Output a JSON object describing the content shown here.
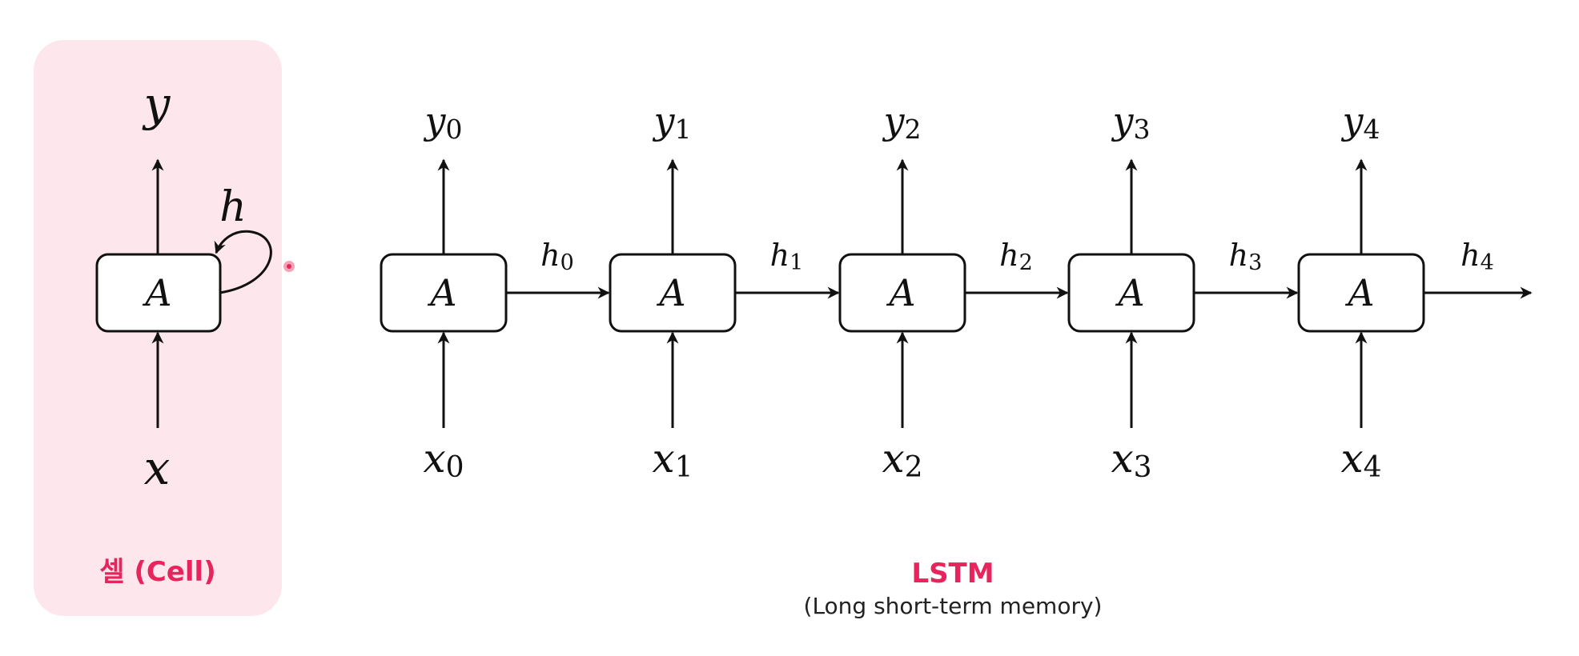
{
  "colors": {
    "accent": "#e8245c",
    "panel": "#fde6ec",
    "ink": "#111111",
    "box_fill": "#ffffff"
  },
  "cell": {
    "caption": "셀 (Cell)",
    "box_label": "A",
    "output_label": "y",
    "input_label": "x",
    "hidden_label": "h"
  },
  "unrolled": {
    "steps": [
      {
        "box_label": "A",
        "output": "y",
        "output_sub": "0",
        "input": "x",
        "input_sub": "0",
        "hidden": "h",
        "hidden_sub": "0"
      },
      {
        "box_label": "A",
        "output": "y",
        "output_sub": "1",
        "input": "x",
        "input_sub": "1",
        "hidden": "h",
        "hidden_sub": "1"
      },
      {
        "box_label": "A",
        "output": "y",
        "output_sub": "2",
        "input": "x",
        "input_sub": "2",
        "hidden": "h",
        "hidden_sub": "2"
      },
      {
        "box_label": "A",
        "output": "y",
        "output_sub": "3",
        "input": "x",
        "input_sub": "3",
        "hidden": "h",
        "hidden_sub": "3"
      },
      {
        "box_label": "A",
        "output": "y",
        "output_sub": "4",
        "input": "x",
        "input_sub": "4",
        "hidden": "h",
        "hidden_sub": "4"
      }
    ]
  },
  "caption": {
    "title": "LSTM",
    "subtitle": "(Long short-term memory)"
  }
}
